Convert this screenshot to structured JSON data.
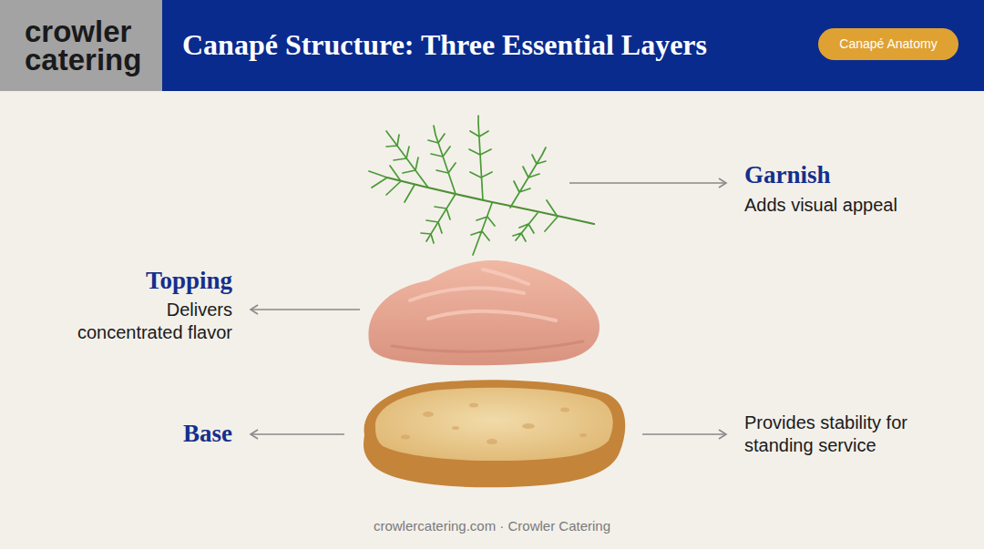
{
  "diagram": {
    "title": "Canapé Structure: Three Essential Layers",
    "caption": "crowlercatering.com · Crowler Catering",
    "nodes": [
      {
        "text": [
          "crowler catering"
        ]
      },
      {
        "text": [
          "Canapé Anatomy"
        ]
      }
    ],
    "labels": [
      "Garnish",
      "Adds visual appeal",
      "Topping",
      "Delivers concentrated flavor",
      "Base",
      "Provides stability for standing service"
    ]
  }
}
